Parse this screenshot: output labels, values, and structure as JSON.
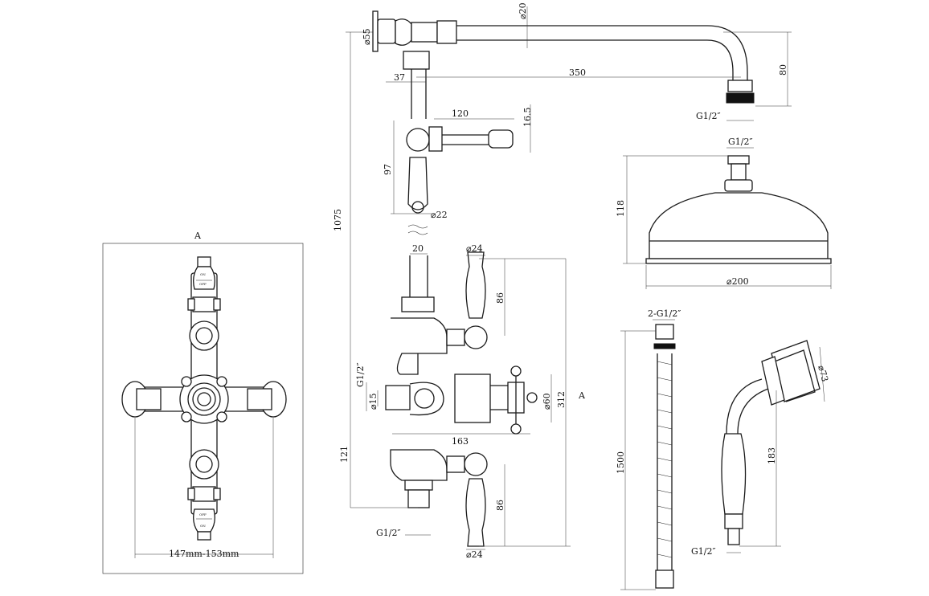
{
  "front_view": {
    "section_marker": "A",
    "handle_label_top_on": "ON",
    "handle_label_top_off": "OFF",
    "handle_label_bottom_on": "ON",
    "handle_label_bottom_off": "OFF",
    "centres_dimension": "147mm-153mm"
  },
  "side_view": {
    "dim_wall_flange_dia": "⌀55",
    "dim_arm_dia": "⌀20",
    "dim_arm_offset": "37",
    "dim_arm_length": "350",
    "dim_arm_drop": "80",
    "dim_arm_outlet_thread": "G1/2″",
    "dim_rail_bracket_length": "120",
    "dim_rail_bracket_height": "16.5",
    "dim_rail_bracket_drop": "97",
    "dim_rail_dia": "⌀22",
    "dim_rail_width": "20",
    "dim_overall_height": "1075",
    "dim_top_handle_dia": "⌀24",
    "dim_top_handle_height": "86",
    "dim_inlet_thread": "G1/2″",
    "dim_inlet_dia": "⌀15",
    "dim_control_dia": "⌀60",
    "dim_valve_height": "312",
    "section_marker": "A",
    "dim_valve_depth": "163",
    "dim_lower_offset": "121",
    "dim_bottom_handle_height": "86",
    "dim_outlet_thread": "G1/2″",
    "dim_bottom_handle_dia": "⌀24"
  },
  "shower_head": {
    "dim_thread": "G1/2″",
    "dim_height": "118",
    "dim_diameter": "⌀200"
  },
  "hose": {
    "dim_threads": "2-G1/2″",
    "dim_length": "1500"
  },
  "handset": {
    "dim_face_dia": "⌀73",
    "dim_length": "183",
    "dim_thread": "G1/2″"
  }
}
